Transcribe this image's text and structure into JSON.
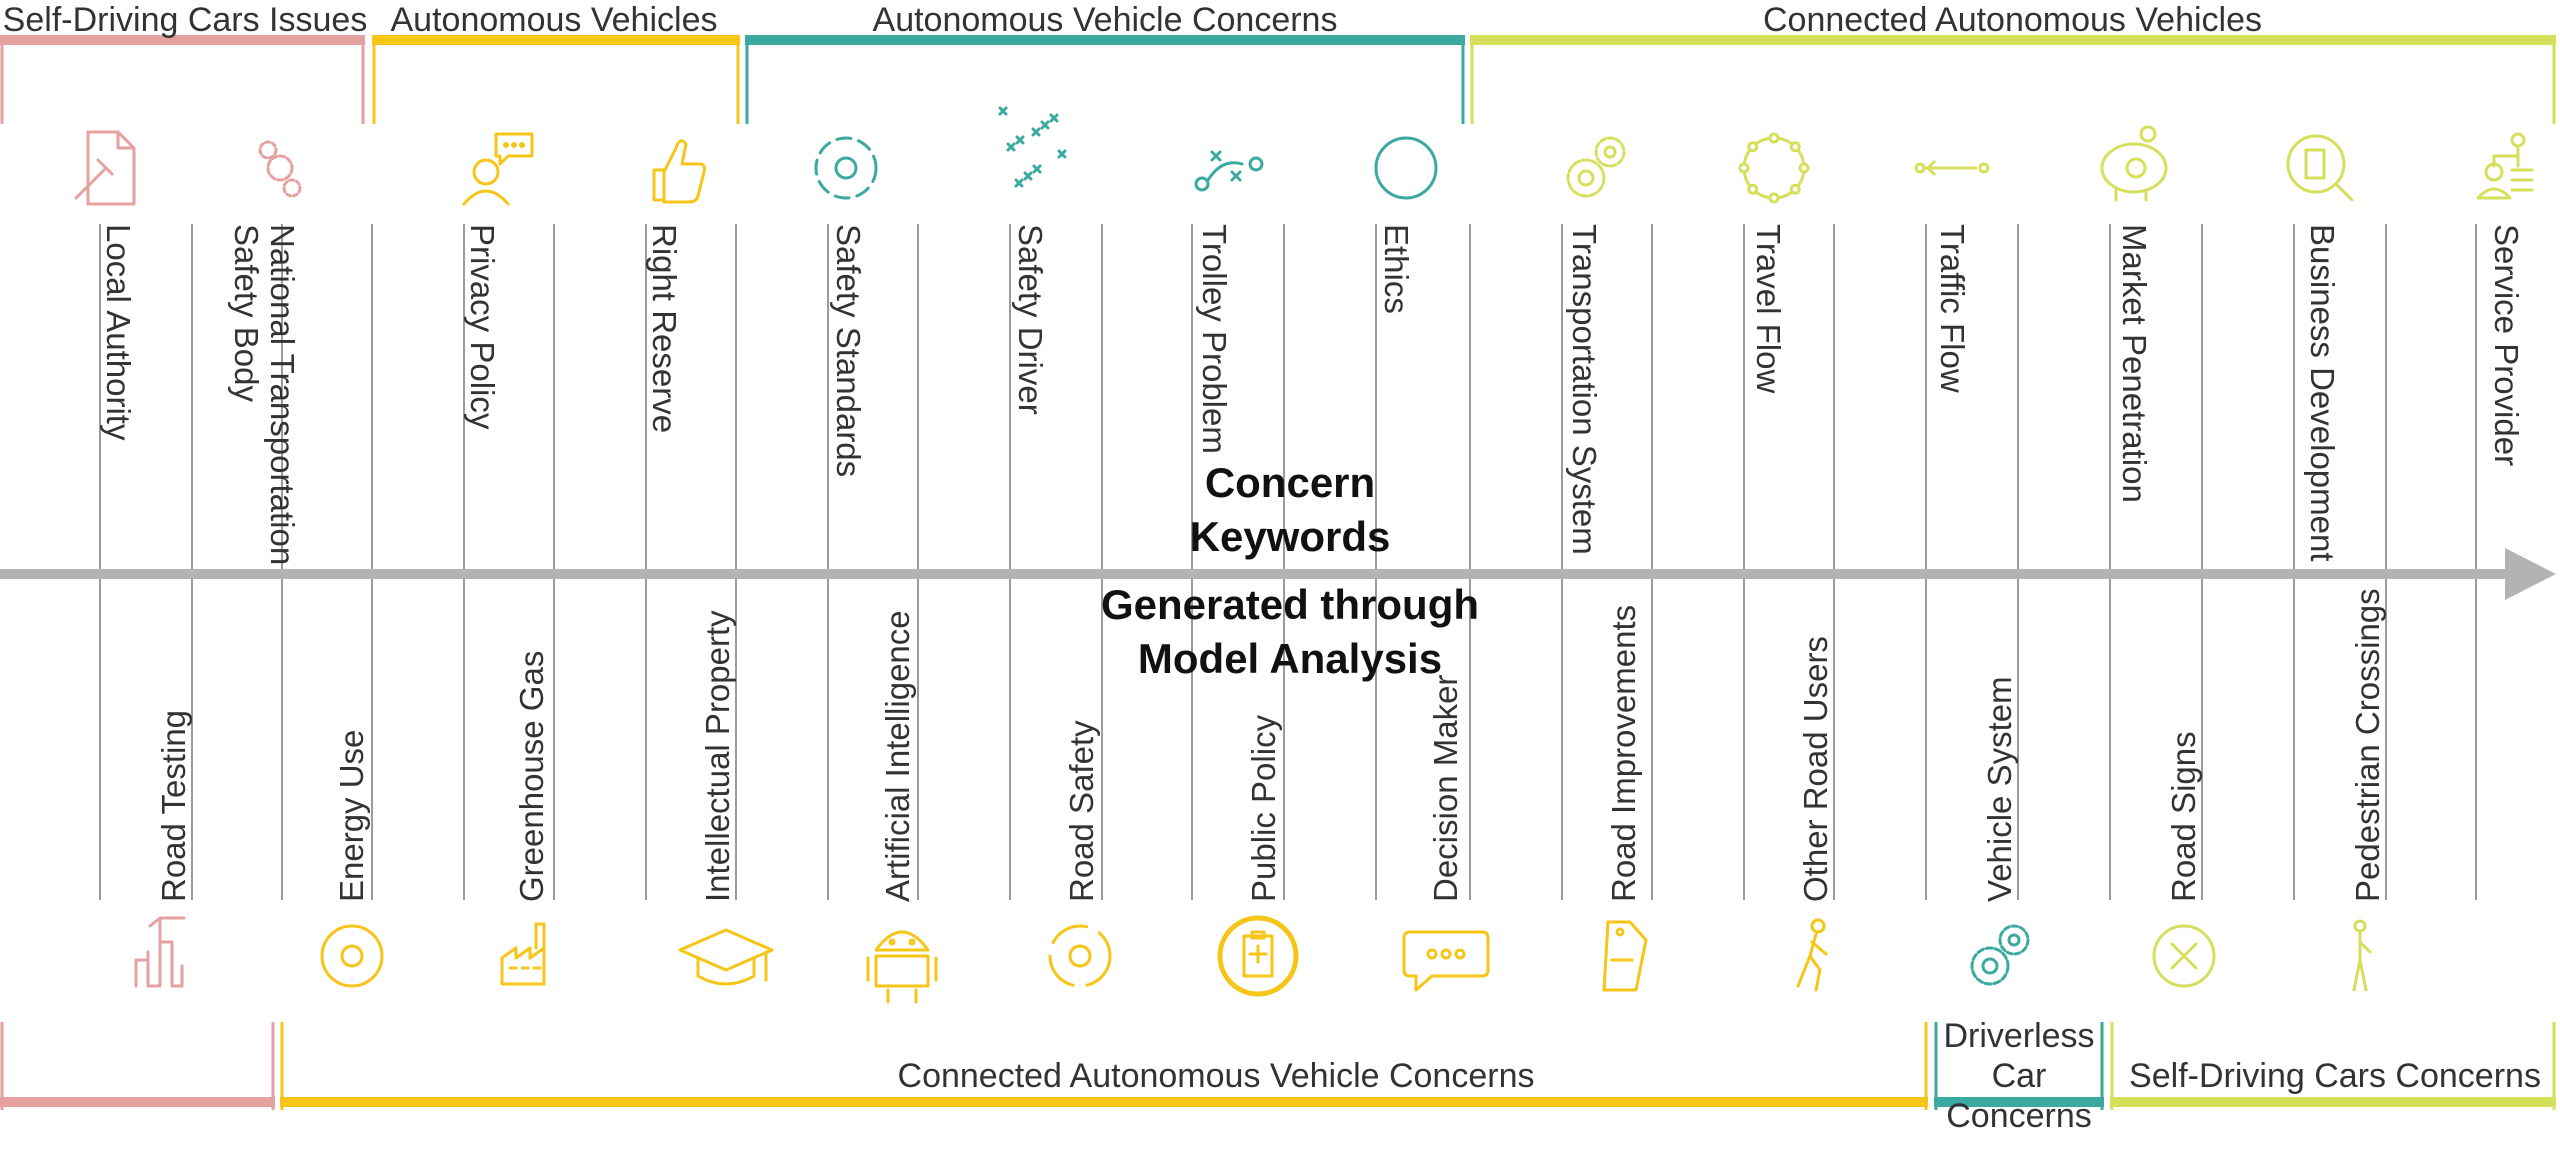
{
  "center": {
    "line1": "Concern",
    "line2": "Keywords",
    "line3": "Generated through",
    "line4": "Model Analysis"
  },
  "colors": {
    "pink": "#e5a0a0",
    "yellow": "#f5c518",
    "teal": "#3aa9a0",
    "lime": "#d6df5a",
    "axis": "#b3b3b3",
    "line": "#7a7a7a"
  },
  "top_groups": [
    {
      "label": "Self-Driving Cars Issues",
      "color": "#e5a0a0"
    },
    {
      "label": "Autonomous Vehicles",
      "color": "#f5c518"
    },
    {
      "label": "Autonomous Vehicle Concerns",
      "color": "#3aa9a0"
    },
    {
      "label": "Connected Autonomous Vehicles",
      "color": "#d6df5a"
    }
  ],
  "bottom_groups": [
    {
      "label": "",
      "color": "#e5a0a0"
    },
    {
      "label": "Connected Autonomous Vehicle Concerns",
      "color": "#f5c518"
    },
    {
      "label": "Driverless Car Concerns",
      "color": "#3aa9a0"
    },
    {
      "label": "Self-Driving Cars Concerns",
      "color": "#d6df5a"
    }
  ],
  "top_keywords": [
    {
      "text": "Local Authority",
      "icon": "document-gavel-icon"
    },
    {
      "text": "National Transportation Safety Body",
      "icon": "gear-cluster-icon"
    },
    {
      "text": "Privacy Policy",
      "icon": "person-speech-icon"
    },
    {
      "text": "Right Reserve",
      "icon": "thumbs-up-icon"
    },
    {
      "text": "Safety Standards",
      "icon": "dashed-circle-icon"
    },
    {
      "text": "Safety Driver",
      "icon": "scattered-arrows-icon"
    },
    {
      "text": "Trolley Problem",
      "icon": "play-diagram-icon"
    },
    {
      "text": "Ethics",
      "icon": "circle-icon"
    },
    {
      "text": "Transportation System",
      "icon": "gears-icon"
    },
    {
      "text": "Travel Flow",
      "icon": "ring-dots-icon"
    },
    {
      "text": "Traffic Flow",
      "icon": "arrow-link-icon"
    },
    {
      "text": "Market Penetration",
      "icon": "piggy-bank-icon"
    },
    {
      "text": "Business Development",
      "icon": "search-door-icon"
    },
    {
      "text": "Service Provider",
      "icon": "org-person-icon"
    }
  ],
  "bottom_keywords": [
    {
      "text": "Road Testing",
      "icon": "city-crane-icon"
    },
    {
      "text": "Energy Use",
      "icon": "coin-circle-icon"
    },
    {
      "text": "Greenhouse Gas",
      "icon": "factory-icon"
    },
    {
      "text": "Intellectual Property",
      "icon": "graduation-cap-icon"
    },
    {
      "text": "Artificial Intelligence",
      "icon": "android-icon"
    },
    {
      "text": "Road Safety",
      "icon": "broken-ring-icon"
    },
    {
      "text": "Public Policy",
      "icon": "clipboard-circle-icon"
    },
    {
      "text": "Decision Maker",
      "icon": "chat-bubble-icon"
    },
    {
      "text": "Road Improvements",
      "icon": "price-tag-icon"
    },
    {
      "text": "Other Road Users",
      "icon": "pedestrian-icon"
    },
    {
      "text": "Vehicle System",
      "icon": "gears-icon"
    },
    {
      "text": "Road Signs",
      "icon": "x-circle-icon"
    },
    {
      "text": "Pedestrian Crossings",
      "icon": "walker-icon"
    }
  ]
}
